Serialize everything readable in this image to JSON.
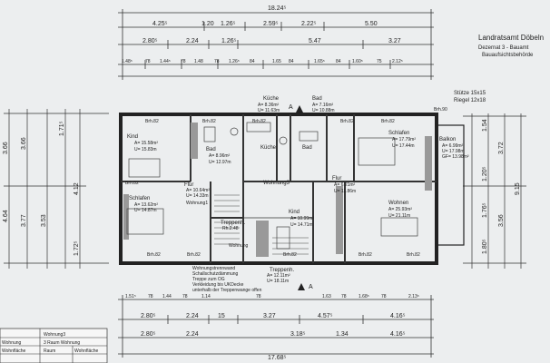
{
  "stamp": {
    "line1": "Landratsamt Döbeln",
    "line2": "Dezernat 3 - Bauamt",
    "line3": "Bauaufsichtsbehörde"
  },
  "note_supports": {
    "line1": "Stütze 15x15",
    "line2": "Riegel 12x18"
  },
  "dims": {
    "top_total": "18.24⁵",
    "top_row1": [
      "4.25⁵",
      "1.20",
      "1.26⁵",
      "2.59⁵",
      "2.22⁵",
      "5.50"
    ],
    "top_row2": [
      "2.80⁵",
      "2.24",
      "1.26⁵",
      "5.47",
      "3.27"
    ],
    "top_row3": [
      "1.48⁵",
      "78",
      "1.44⁵",
      "78",
      "1.48",
      "78",
      "1.26⁵",
      "84",
      "1.65",
      "84",
      "1.65⁵",
      "84",
      "1.60⁵",
      "75",
      "2.12⁵"
    ],
    "bottom_row1": [
      "1.51⁵",
      "78",
      "1.44",
      "78",
      "1.14",
      "78",
      "1.63",
      "78",
      "1.68⁵",
      "78",
      "2.13⁵"
    ],
    "bottom_row2": [
      "2.80⁵",
      "2.24",
      "15",
      "3.27",
      "4.57⁵",
      "4.16⁵"
    ],
    "bottom_row3": [
      "2.80⁵",
      "2.24",
      "3.18⁵",
      "1.34",
      "4.16⁵"
    ],
    "bottom_total": "17.68⁵",
    "left_col": [
      "3.66",
      "3.77",
      "4.64"
    ],
    "left_col2": [
      "3.66",
      "3.53"
    ],
    "left_col3": [
      "1.71⁵",
      "4.12",
      "1.72⁵"
    ],
    "right_col": [
      "3.72",
      "3.56"
    ],
    "right_total": "9.15",
    "right_col2": [
      "1.54",
      "1.20⁵",
      "1.76⁵",
      "1.80⁵"
    ]
  },
  "rooms": {
    "kind1": {
      "name": "Kind",
      "area": "A= 15.58m²",
      "perim": "U= 15.83m"
    },
    "bad1": {
      "name": "Bad",
      "area": "A= 8.96m²",
      "perim": "U= 12.97m"
    },
    "kueche_top": {
      "name": "Küche",
      "area": "A= 8.36m²",
      "perim": "U= 11.63m"
    },
    "bad_top": {
      "name": "Bad",
      "area": "A= 7.16m²",
      "perim": "U= 10.88m"
    },
    "kueche": {
      "name": "Küche"
    },
    "bad2": {
      "name": "Bad"
    },
    "schlafen_r": {
      "name": "Schlafen",
      "area": "A= 17.79m²",
      "perim": "U= 17.44m"
    },
    "balkon": {
      "name": "Balkon",
      "area": "A= 6.99m²",
      "perim": "U= 17.98m",
      "gf": "GF= 13.98m²"
    },
    "flur_l": {
      "name": "Flur",
      "area": "A= 10.64m²",
      "perim": "U= 14.33m"
    },
    "wohnung1": {
      "name": "Wohnung1"
    },
    "wohnung3": {
      "name": "Wohnung3"
    },
    "flur_r": {
      "name": "Flur",
      "area": "A= 6.21m²",
      "perim": "U= 11.86m"
    },
    "schlafen_l": {
      "name": "Schlafen",
      "area": "A= 13.62m²",
      "perim": "U= 14.87m"
    },
    "kind2": {
      "name": "Kind",
      "area": "A= 10.99m²",
      "perim": "U= 14.71m"
    },
    "wohnen": {
      "name": "Wohnen",
      "area": "A= 25.93m²",
      "perim": "U= 21.11m"
    },
    "treppen_l": {
      "name": "Treppenh.",
      "area": "Rh.2.48"
    },
    "wohnung_small": {
      "name": "Wohnung"
    },
    "treppen_b": {
      "name": "Treppenh.",
      "area": "A= 12.11m²",
      "perim": "U= 18.11m"
    }
  },
  "brh_labels": [
    "Brh.82",
    "Brh.82",
    "Brh.82",
    "Brh.82",
    "Brh.82",
    "Brh.82",
    "Brh.82",
    "Brh.82",
    "Brh.82",
    "Brh.82",
    "Brh.82",
    "Brh.90"
  ],
  "markers": {
    "section": "A"
  },
  "notes": {
    "wall_note": [
      "Wohnungstrennwand",
      "Schallschutzdämmung",
      "Treppe zum OG",
      "Verkleidung bis UKDecke",
      "unterhalb der Treppenwange offen"
    ]
  },
  "table": {
    "col1_header": "Wohnung3",
    "col1_sub": "3 Raum Wohnung",
    "col0_r1": "Wohnung",
    "col0_r2": "Wohnfläche",
    "col1_r2": "Raum",
    "col2_r2": "Wohnfläche"
  }
}
